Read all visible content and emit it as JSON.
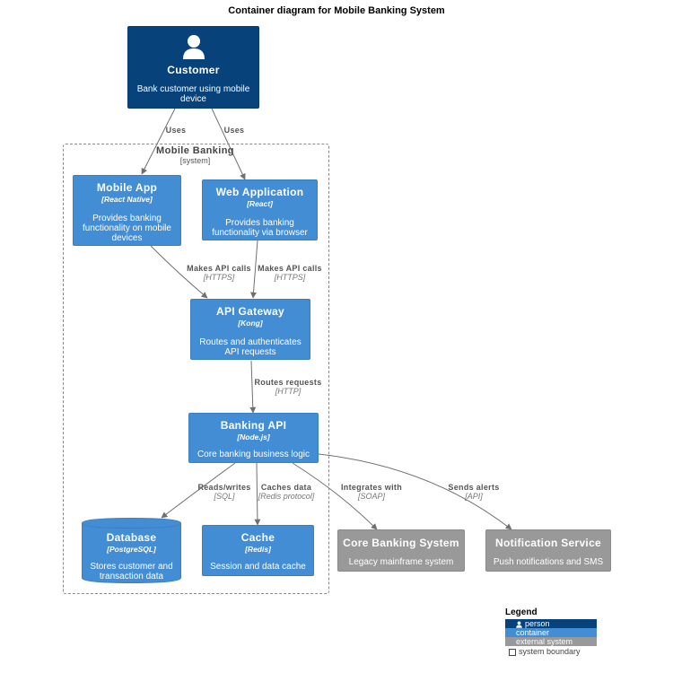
{
  "title": "Container diagram for Mobile Banking System",
  "colors": {
    "person": "#08427b",
    "container": "#438dd5",
    "external": "#999999",
    "edge": "#707070"
  },
  "boundary": {
    "name": "Mobile Banking",
    "type": "[system]"
  },
  "nodes": {
    "customer": {
      "icon": "person-icon",
      "name": "Customer",
      "description": "Bank customer using mobile device"
    },
    "mobile_app": {
      "name": "Mobile App",
      "tech": "[React Native]",
      "description": "Provides banking functionality on mobile devices"
    },
    "web_app": {
      "name": "Web Application",
      "tech": "[React]",
      "description": "Provides banking functionality via browser"
    },
    "api_gateway": {
      "name": "API Gateway",
      "tech": "[Kong]",
      "description": "Routes and authenticates API requests"
    },
    "banking_api": {
      "name": "Banking API",
      "tech": "[Node.js]",
      "description": "Core banking business logic"
    },
    "database": {
      "name": "Database",
      "tech": "[PostgreSQL]",
      "description": "Stores customer and transaction data"
    },
    "cache": {
      "name": "Cache",
      "tech": "[Redis]",
      "description": "Session and data cache"
    },
    "core_banking": {
      "name": "Core Banking System",
      "description": "Legacy mainframe system"
    },
    "notification": {
      "name": "Notification Service",
      "description": "Push notifications and SMS"
    }
  },
  "edges": {
    "uses_mobile": {
      "label": "Uses"
    },
    "uses_web": {
      "label": "Uses"
    },
    "mobile_api": {
      "label": "Makes API calls",
      "protocol": "[HTTPS]"
    },
    "web_api": {
      "label": "Makes API calls",
      "protocol": "[HTTPS]"
    },
    "routes": {
      "label": "Routes requests",
      "protocol": "[HTTP]"
    },
    "db": {
      "label": "Reads/writes",
      "protocol": "[SQL]"
    },
    "cache": {
      "label": "Caches data",
      "protocol": "[Redis protocol]"
    },
    "core": {
      "label": "Integrates with",
      "protocol": "[SOAP]"
    },
    "notify": {
      "label": "Sends alerts",
      "protocol": "[API]"
    }
  },
  "legend": {
    "title": "Legend",
    "person": "person",
    "container": "container",
    "external": "external system",
    "boundary": "system boundary"
  }
}
